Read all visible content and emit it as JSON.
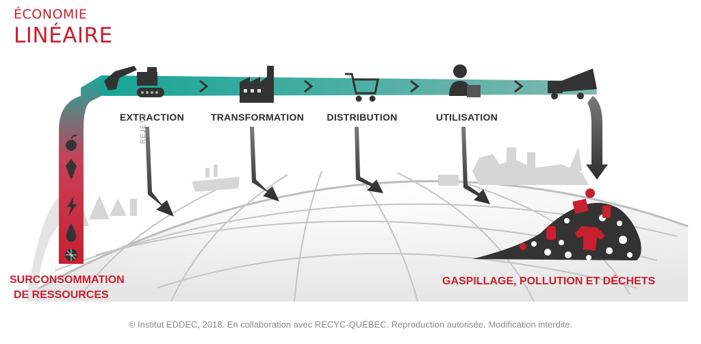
{
  "title": {
    "line1": "ÉCONOMIE",
    "line2": "LINÉAIRE"
  },
  "steps": [
    {
      "label": "EXTRACTION",
      "icon": "excavator-icon"
    },
    {
      "label": "TRANSFORMATION",
      "icon": "factory-icon"
    },
    {
      "label": "DISTRIBUTION",
      "icon": "shopping-cart-icon"
    },
    {
      "label": "UTILISATION",
      "icon": "user-with-box-icon"
    },
    {
      "label": "",
      "icon": "garbage-truck-icon"
    }
  ],
  "waste_label": "REJETS",
  "resources": {
    "label_line1": "SURCONSOMMATION",
    "label_line2": "DE RESSOURCES",
    "icons": [
      "apple-icon",
      "fish-icon",
      "lightning-icon",
      "water-drop-icon",
      "mineral-icon"
    ]
  },
  "outcome": {
    "label": "GASPILLAGE, POLLUTION ET DÉCHETS"
  },
  "footer": "© Institut EDDEC, 2018. En collaboration avec RECYC-QUÉBEC. Reproduction autorisée. Modification interdite.",
  "colors": {
    "accent_red": "#c8202f",
    "teal": "#1aa99a",
    "dark_grey": "#3a3a3a",
    "light_grey": "#d9d9d9"
  }
}
